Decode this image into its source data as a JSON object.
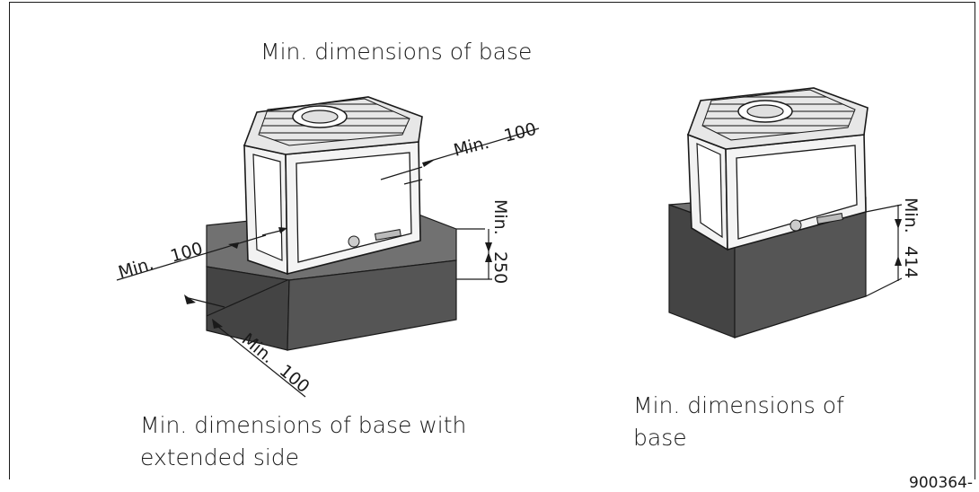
{
  "captions": {
    "top": "Min. dimensions of base",
    "left": "Min. dimensions of base with extended side",
    "right": "Min. dimensions of base"
  },
  "dimensions": {
    "left_side": {
      "label": "Min.",
      "value": "100"
    },
    "right_side": {
      "label": "Min.",
      "value": "100"
    },
    "front": {
      "label": "Min.",
      "value": "100"
    },
    "left_height": {
      "label": "Min.",
      "value": "250"
    },
    "right_height": {
      "label": "Min.",
      "value": "414"
    }
  },
  "reference": "900364-",
  "colors": {
    "base_front": "#555555",
    "base_top": "#717171",
    "base_side": "#444444",
    "line": "#1a1a1a"
  }
}
